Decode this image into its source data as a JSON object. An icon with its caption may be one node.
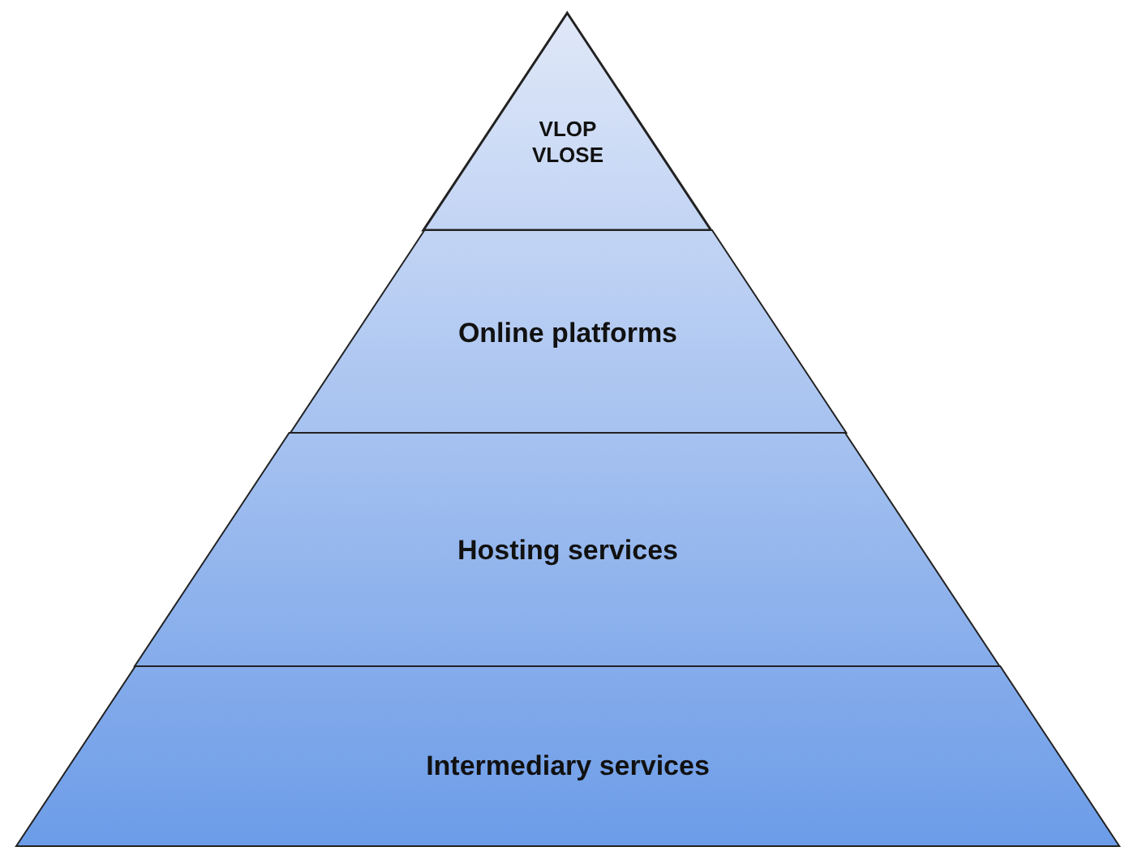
{
  "diagram": {
    "nodes": [
      {
        "text": [
          "VLOP VLOSE"
        ]
      },
      {
        "text": [
          "Online platforms"
        ]
      },
      {
        "text": [
          "Hosting services"
        ]
      },
      {
        "text": [
          "Intermediary services"
        ]
      }
    ]
  }
}
